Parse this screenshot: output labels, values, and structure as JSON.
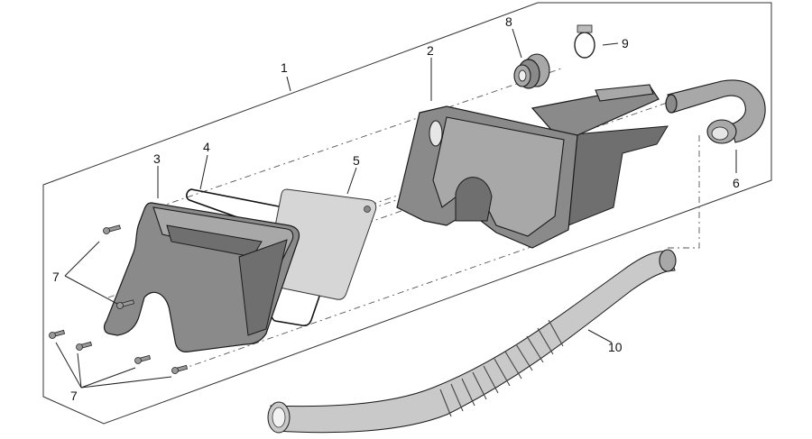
{
  "diagram": {
    "kind": "exploded parts diagram",
    "callouts": [
      {
        "id": "1",
        "text": "1"
      },
      {
        "id": "2",
        "text": "2"
      },
      {
        "id": "3",
        "text": "3"
      },
      {
        "id": "4",
        "text": "4"
      },
      {
        "id": "5",
        "text": "5"
      },
      {
        "id": "6",
        "text": "6"
      },
      {
        "id": "7a",
        "text": "7"
      },
      {
        "id": "7b",
        "text": "7"
      },
      {
        "id": "8",
        "text": "8"
      },
      {
        "id": "9",
        "text": "9"
      },
      {
        "id": "10",
        "text": "10"
      }
    ],
    "colors": {
      "part_fill": "#8a8a8a",
      "outline": "#1a1a1a",
      "background": "#ffffff"
    }
  }
}
